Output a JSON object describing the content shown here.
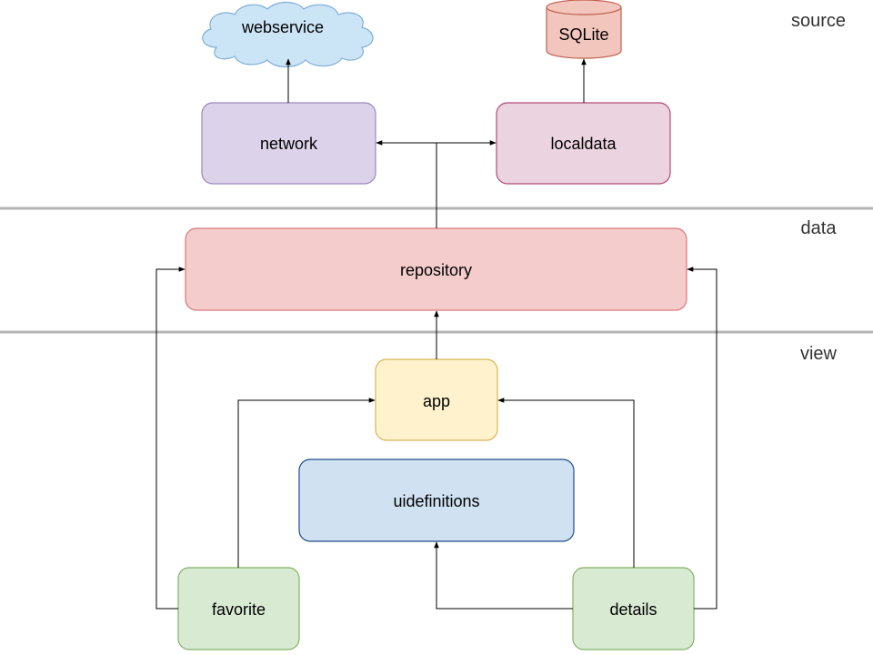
{
  "layers": {
    "source": "source",
    "data": "data",
    "view": "view"
  },
  "nodes": {
    "webservice": {
      "label": "webservice",
      "fill": "#cce5f6",
      "stroke": "#7eaed8"
    },
    "sqlite": {
      "label": "SQLite",
      "fill": "#f2c5bd",
      "stroke": "#c0604f"
    },
    "network": {
      "label": "network",
      "fill": "#dcd3ea",
      "stroke": "#9b86c0"
    },
    "localdata": {
      "label": "localdata",
      "fill": "#ecd3e0",
      "stroke": "#b04d7a"
    },
    "repository": {
      "label": "repository",
      "fill": "#f4cccc",
      "stroke": "#d9797a"
    },
    "app": {
      "label": "app",
      "fill": "#fff2cc",
      "stroke": "#d6b656"
    },
    "uidefinitions": {
      "label": "uidefinitions",
      "fill": "#d0e1f2",
      "stroke": "#1f4e8c"
    },
    "favorite": {
      "label": "favorite",
      "fill": "#d9ead3",
      "stroke": "#82b366"
    },
    "details": {
      "label": "details",
      "fill": "#d9ead3",
      "stroke": "#82b366"
    }
  },
  "colors": {
    "separator": "#b5b5b5",
    "edge": "#000000"
  }
}
